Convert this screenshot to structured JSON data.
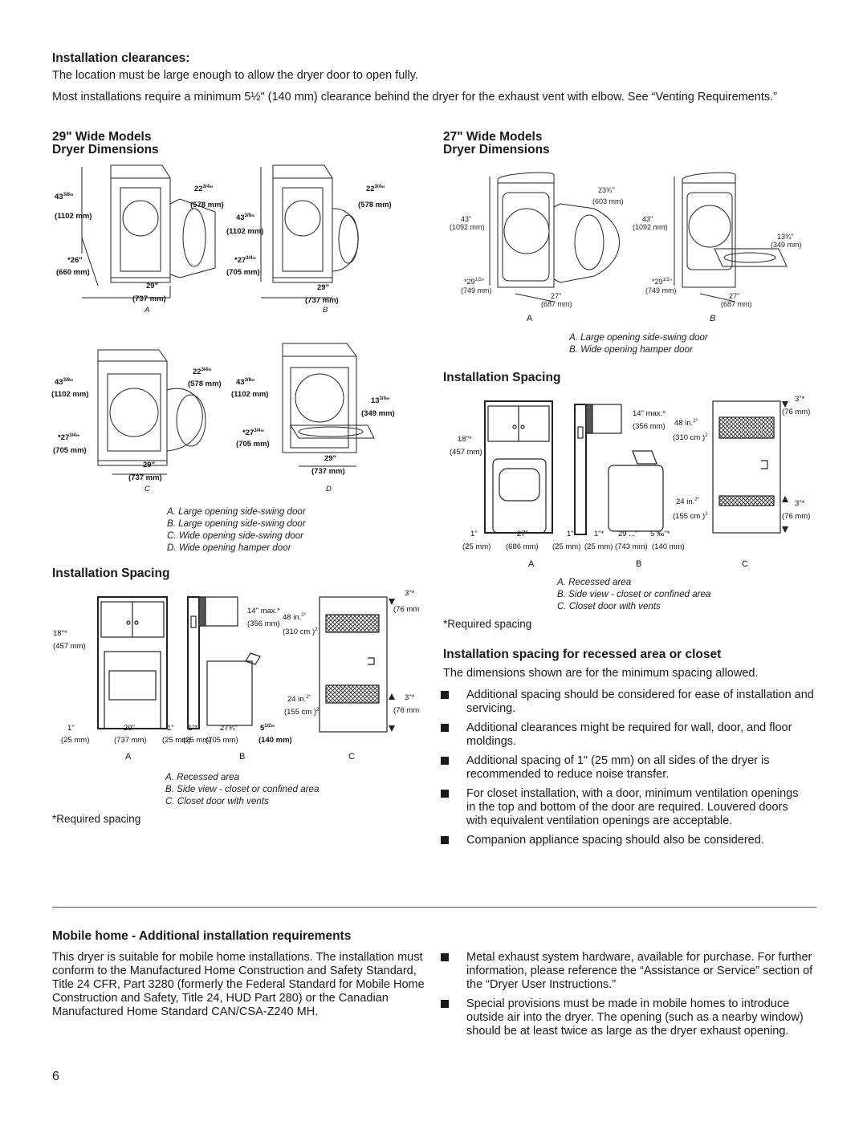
{
  "clearances": {
    "heading": "Installation clearances:",
    "p1": "The location must be large enough to allow the dryer door to open fully.",
    "p2": "Most installations require a minimum 5½\" (140 mm) clearance behind the dryer for the exhaust vent with elbow. See “Venting Requirements.”"
  },
  "left": {
    "title1": "29\" Wide Models",
    "title2": "Dryer Dimensions",
    "dims": {
      "h": "43",
      "h_frac": "3/8",
      "h_mm": "(1102 mm)",
      "door": "22",
      "door_frac": "3/4",
      "door_mm": "(578 mm)",
      "depth_a": "*26\"",
      "depth_a_mm": "(660  mm)",
      "depth": "*27",
      "depth_frac": "3/4",
      "depth_mm": "(705 mm)",
      "w": "29\"",
      "w_mm": "(737 mm)",
      "hamper": "13",
      "hamper_frac": "3/4",
      "hamper_mm": "(349 mm)"
    },
    "labels": [
      "A",
      "B",
      "C",
      "D"
    ],
    "captions": [
      "A. Large opening side-swing door",
      "B. Large opening side-swing door",
      "C. Wide opening side-swing door",
      "D. Wide opening hamper door"
    ],
    "spacing_heading": "Installation Spacing",
    "spacing": {
      "top": "3\"*",
      "top_mm": "(76 mm)",
      "cab": "18\"*",
      "cab_mm": "(457 mm)",
      "max": "14\" max.*",
      "max_mm": "(356 mm)",
      "vent_top": "48 in.",
      "vent_top_mm": "(310 cm )",
      "vent_bot": "24 in.",
      "vent_bot_mm": "(155 cm )",
      "sup": "2*",
      "sq": "2",
      "bot": "3\"*",
      "bot_mm": "(76 mm)",
      "s1": "1\"",
      "s1_mm": "(25 mm)",
      "w": "29\"",
      "w_mm": "(737 mm)",
      "s2": "1\"",
      "s2_mm": "(25 mm)",
      "s3": "1\"*",
      "s3_mm": "(25 mm)",
      "d": "27¾\"",
      "d_mm": "(705 mm)",
      "back": "5",
      "back_frac": "1/2",
      "back_mm": "(140 mm)"
    },
    "spacing_labels": [
      "A",
      "B",
      "C"
    ],
    "spacing_captions": [
      "A. Recessed area",
      "B. Side view - closet or confined area",
      "C. Closet door with vents"
    ],
    "required": "*Required spacing"
  },
  "right": {
    "title1": "27\" Wide Models",
    "title2": "Dryer Dimensions",
    "dims": {
      "door": "23¾\"",
      "door_mm": "(603 mm)",
      "h": "43\"",
      "h_mm": "(1092 mm)",
      "hamper": "13¾\"",
      "hamper_mm": "(349 mm)",
      "depth": "*29",
      "depth_frac": "1/2",
      "depth_mm": "(749 mm)",
      "w": "27\"",
      "w_mm": "(687 mm)"
    },
    "labels": [
      "A",
      "B"
    ],
    "captions": [
      "A. Large opening side-swing door",
      "B. Wide opening hamper door"
    ],
    "spacing_heading": "Installation Spacing",
    "spacing": {
      "top": "3\"*",
      "top_mm": "(76 mm)",
      "cab": "18\"*",
      "cab_mm": "(457 mm)",
      "max": "14\" max.*",
      "max_mm": "(356 mm)",
      "vent_top": "48 in.",
      "vent_top_mm": "(310 cm )",
      "vent_bot": "24 in.",
      "vent_bot_mm": "(155 cm )",
      "sup": "2*",
      "sq": "2",
      "bot": "3\"*",
      "bot_mm": "(76 mm)",
      "s1": "1\"",
      "s1_mm": "(25 mm)",
      "w": "27\"",
      "w_mm": "(686 mm)",
      "s2": "1\"",
      "s2_mm": "(25 mm)",
      "s3": "1\"*",
      "s3_mm": "(25 mm)",
      "d": "29 ...\"",
      "d_mm": "(743 mm)",
      "back": "5 ‰\"*",
      "back_mm": "(140 mm)"
    },
    "spacing_labels": [
      "A",
      "B",
      "C"
    ],
    "spacing_captions": [
      "A. Recessed area",
      "B. Side view - closet or confined area",
      "C. Closet door with vents"
    ],
    "required": "*Required spacing",
    "recessed_heading": "Installation spacing for recessed area or closet",
    "recessed_intro": "The dimensions shown are for the minimum spacing allowed.",
    "bullets": [
      "Additional spacing should be considered for ease of installation and servicing.",
      "Additional clearances might be required for wall, door, and floor moldings.",
      "Additional spacing of 1\" (25 mm) on all sides of the dryer is recommended to reduce noise transfer.",
      "For closet installation, with a door, minimum ventilation openings in the top and bottom of the door are required. Louvered doors with equivalent ventilation openings are acceptable.",
      "Companion appliance spacing should also be considered."
    ]
  },
  "mobile": {
    "heading": "Mobile home - Additional installation requirements",
    "para": "This dryer is suitable for mobile home installations. The installation must conform to the Manufactured Home Construction and Safety Standard, Title 24 CFR, Part 3280 (formerly the Federal Standard for Mobile Home Construction and Safety, Title 24, HUD Part 280) or the Canadian Manufactured Home Standard CAN/CSA-Z240 MH.",
    "bullets": [
      "Metal exhaust system hardware, available for purchase. For further information, please reference the “Assistance or Service” section of the “Dryer User Instructions.”",
      "Special provisions must be made in mobile homes to introduce outside air into the dryer. The opening (such as a nearby window) should be at least twice as large as the dryer exhaust opening."
    ]
  },
  "page_number": "6"
}
